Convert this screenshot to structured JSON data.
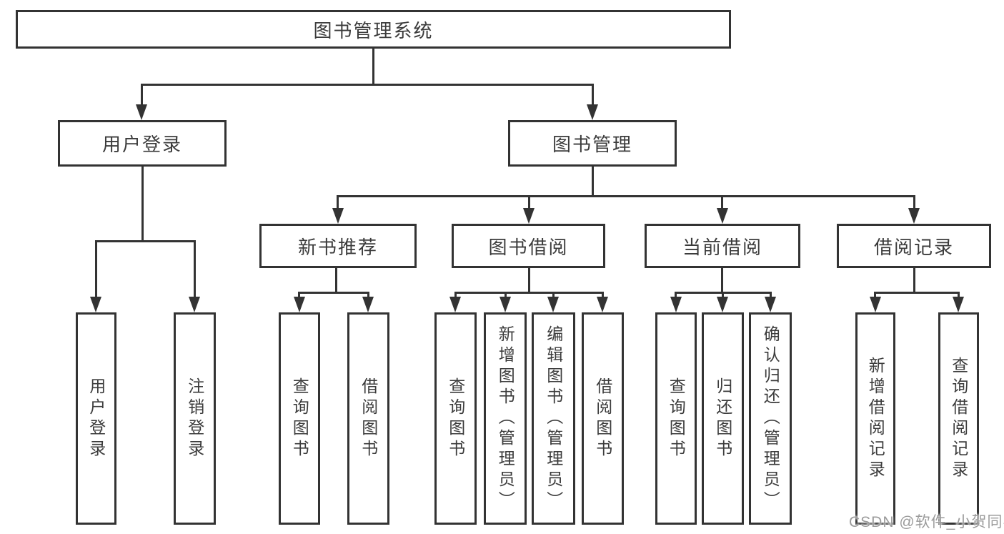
{
  "diagram": {
    "root": "图书管理系统",
    "branches": {
      "user_login": {
        "label": "用户登录",
        "leaves": [
          "用户登录",
          "注销登录"
        ]
      },
      "book_management": {
        "label": "图书管理",
        "groups": [
          {
            "label": "新书推荐",
            "leaves": [
              "查询图书",
              "借阅图书"
            ]
          },
          {
            "label": "图书借阅",
            "leaves": [
              "查询图书",
              "新增图书（管理员）",
              "编辑图书（管理员）",
              "借阅图书"
            ]
          },
          {
            "label": "当前借阅",
            "leaves": [
              "查询图书",
              "归还图书",
              "确认归还（管理员）"
            ]
          },
          {
            "label": "借阅记录",
            "leaves": [
              "新增借阅记录",
              "查询借阅记录"
            ]
          }
        ]
      }
    }
  },
  "watermark": {
    "text": "CSDN @软件_小贺同学"
  },
  "colors": {
    "line": "#333333",
    "text": "#3b3b3b",
    "watermark": "#9b9b9b",
    "background": "#ffffff"
  }
}
